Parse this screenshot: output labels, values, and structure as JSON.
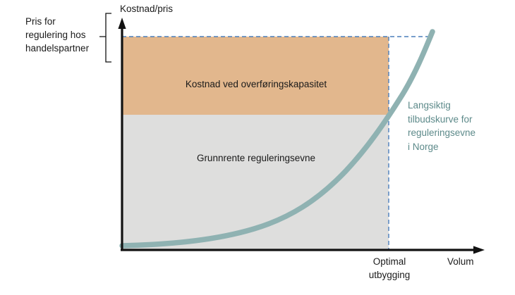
{
  "figure": {
    "axes": {
      "y_title": "Kostnad/pris",
      "x_title": "Volum"
    },
    "left_bracket_caption": "Pris for\nregulering hos\nhandelspartner",
    "regions": [
      {
        "id": "transmission-cost",
        "label": "Kostnad ved overføringskapasitet",
        "color": "#e2b78d"
      },
      {
        "id": "resource-rent",
        "label": "Grunnrente reguleringsevne",
        "color": "#dededd"
      }
    ],
    "curve": {
      "annotation": "Langsiktig\ntilbudskurve for\nreguleringsevne\ni Norge",
      "color": "#8fb2b2",
      "annotation_color": "#5d8a8a"
    },
    "markers": {
      "x_marker_label": "Optimal\nutbygging",
      "guide_color": "#4a7ebb"
    }
  }
}
